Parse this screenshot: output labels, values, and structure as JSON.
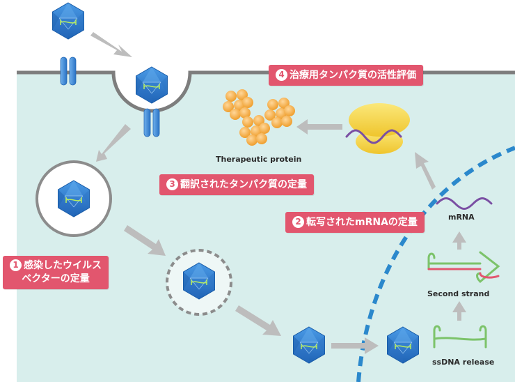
{
  "labels": {
    "vector_quant": {
      "number": "1",
      "line1": "感染したウイルス",
      "line2": "ベクターの定量"
    },
    "mrna_quant": {
      "number": "2",
      "text": "転写されたmRNAの定量"
    },
    "protein_quant": {
      "number": "3",
      "text": "翻訳されたタンパク質の定量"
    },
    "activity_eval": {
      "number": "4",
      "text": "治療用タンパク質の活性評価"
    }
  },
  "captions": {
    "therapeutic_protein": "Therapeutic protein",
    "mrna": "mRNA",
    "second_strand": "Second strand",
    "ssdna_release": "ssDNA release"
  },
  "colors": {
    "cytoplasm": "#d8eeec",
    "membrane": "#7d7d7d",
    "nuclear_envelope": "#2b88cc",
    "virus_blue": "#2f7fd1",
    "arrow_gray": "#bdbdbd",
    "label_pink": "#e2566e",
    "protein_orange": "#f3a83a",
    "ribosome_yellow": "#f5d84a",
    "rna_purple": "#7a4fa3",
    "dna_green": "#7cc36a",
    "dna_red": "#e2566e"
  }
}
